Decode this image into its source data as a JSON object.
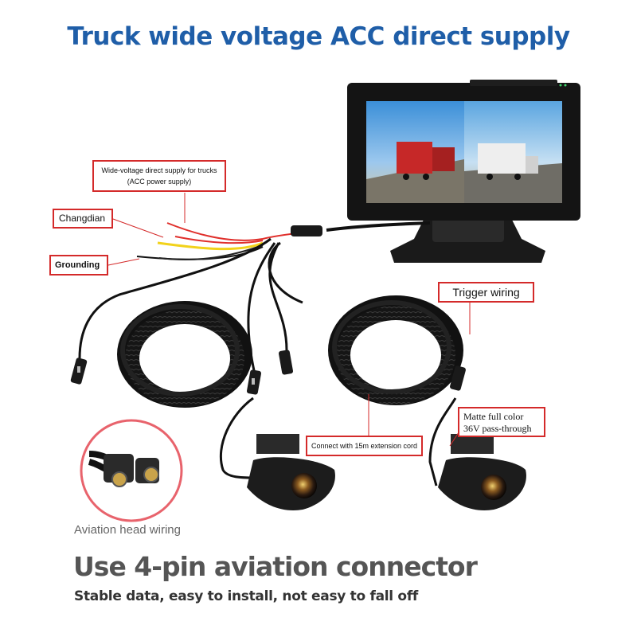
{
  "title": "Truck wide voltage ACC direct supply",
  "callouts": {
    "wide_voltage": "Wide-voltage direct supply for trucks",
    "acc_power": "(ACC power supply)",
    "changdian": "Changdian",
    "grounding": "Grounding",
    "trigger_wiring": "Trigger wiring",
    "extension": "Connect with 15m extension cord",
    "matte_line1": "Matte full color",
    "matte_line2": "36V pass-through"
  },
  "aviation_label": "Aviation head wiring",
  "headline": "Use 4-pin aviation connector",
  "subline": "Stable data, easy to install, not easy to fall off",
  "colors": {
    "title": "#1f5ea8",
    "callout_border": "#d42a2a",
    "wire_red": "#e0302c",
    "wire_yellow": "#f2d21a",
    "cable_black": "#111111"
  },
  "icons": [
    "monitor-icon",
    "camera-icon",
    "connector-icon"
  ]
}
